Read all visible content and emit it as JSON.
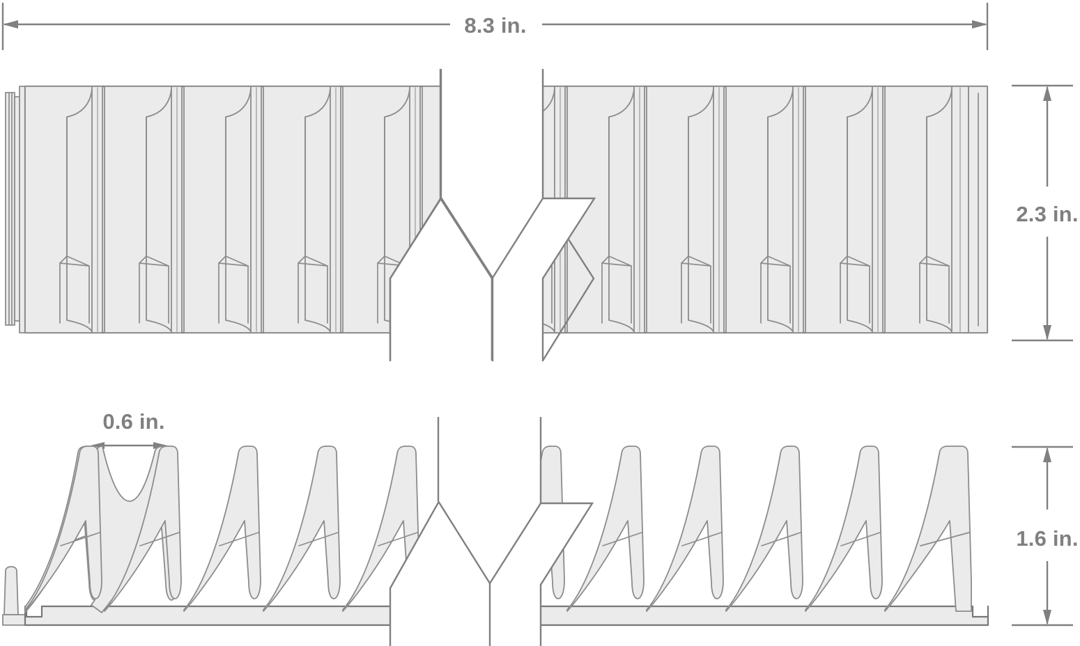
{
  "drawing": {
    "title": "Product dimension drawing",
    "units": "in.",
    "background_color": "#ffffff",
    "part_fill_color": "#ebebeb",
    "part_stroke_color": "#777777",
    "dimension_color": "#808080"
  },
  "dimensions": {
    "overall_length": {
      "label": "8.3 in.",
      "value": 8.3,
      "unit": "in.",
      "orientation": "horizontal",
      "view": "top"
    },
    "overall_width": {
      "label": "2.3 in.",
      "value": 2.3,
      "unit": "in.",
      "orientation": "vertical",
      "view": "top"
    },
    "tooth_pitch": {
      "label": "0.6 in.",
      "value": 0.6,
      "unit": "in.",
      "orientation": "horizontal",
      "view": "side"
    },
    "overall_height": {
      "label": "1.6 in.",
      "value": 1.6,
      "unit": "in.",
      "orientation": "vertical",
      "view": "side"
    }
  },
  "views": {
    "top": {
      "name": "top-view",
      "segment_count": 12,
      "break_symbol": "zigzag-break"
    },
    "side": {
      "name": "side-view",
      "tooth_count": 11,
      "break_symbol": "zigzag-break"
    }
  }
}
